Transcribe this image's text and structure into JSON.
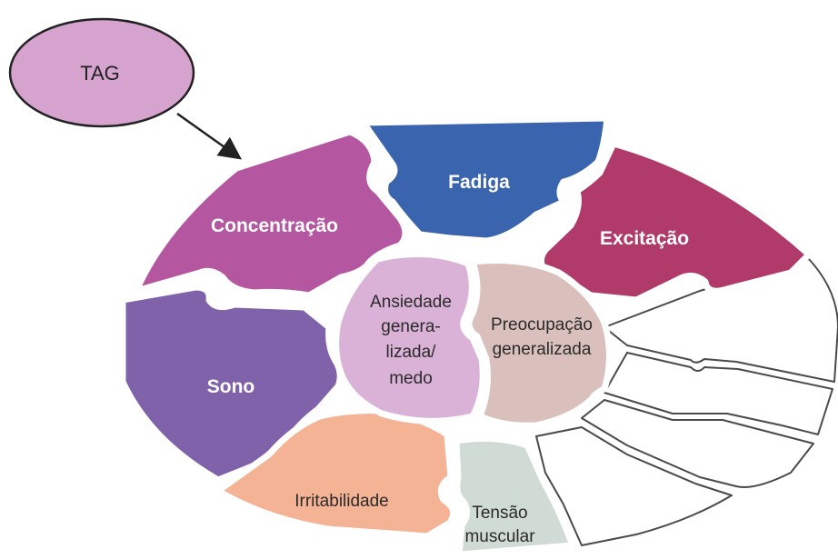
{
  "tag_label": "TAG",
  "colors": {
    "tag_bubble": "#d6a3cf",
    "fadiga": "#3a64ae",
    "excitacao": "#b03a6a",
    "concentracao": "#b456a0",
    "sono": "#7f62a9",
    "irritabilidade": "#f5b396",
    "tensao": "#d1dbd5",
    "ansiedade": "#dbb2d7",
    "preocupacao": "#d9c0bc"
  },
  "pieces": {
    "fadiga": "Fadiga",
    "excitacao": "Excitação",
    "concentracao": "Concentração",
    "sono": "Sono",
    "irritabilidade": "Irritabilidade",
    "tensao": [
      "Tensão",
      "muscular"
    ]
  },
  "center": {
    "ansiedade": [
      "Ansiedade",
      "genera-",
      "lizada/",
      "medo"
    ],
    "preocupacao": [
      "Preocupação",
      "generalizada"
    ]
  }
}
